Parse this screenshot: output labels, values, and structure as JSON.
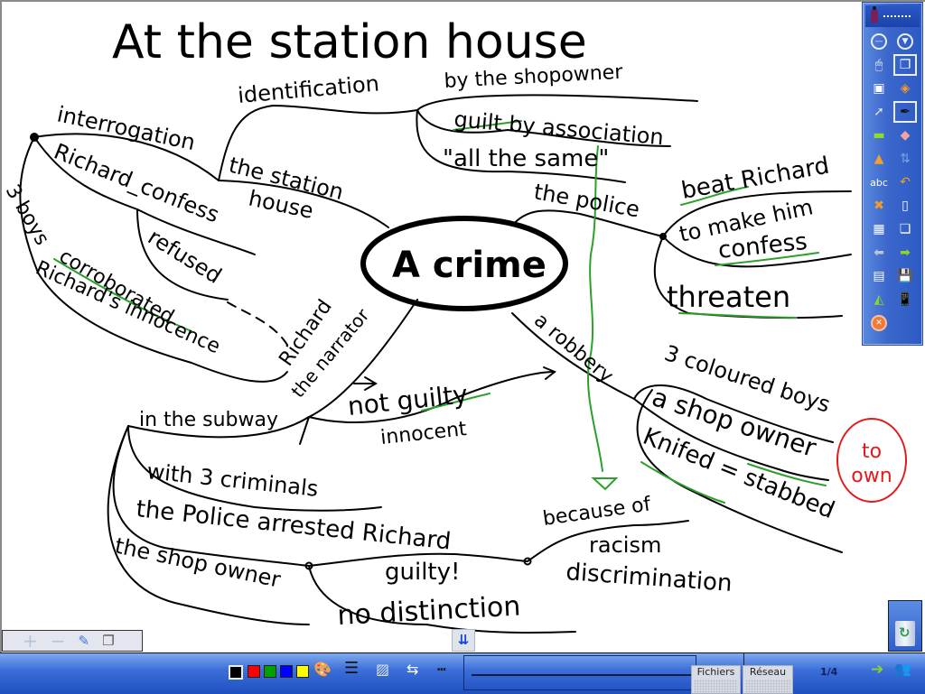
{
  "board": {
    "title": "At the station house",
    "center_node": "A crime",
    "nodes": {
      "interrogation": "interrogation",
      "richard_confess": "Richard_confess",
      "refused": "refused",
      "three_boys": "3 boys",
      "corroborated": "corroborated",
      "richards_innocence": "Richard's innocence",
      "identification": "identification",
      "the_station_house_1": "the station",
      "the_station_house_2": "house",
      "by_the_shopowner": "by the shopowner",
      "guilt_by_association": "guilt  by association",
      "all_the_same": "\"all the same\"",
      "the_police": "the police",
      "beat_richard": "beat Richard",
      "to_make_him": "to make him",
      "confess": "confess",
      "threaten": "threaten",
      "richard": "Richard",
      "the_narrator": "the narrator",
      "not_guilty": "not guilty",
      "innocent": "innocent",
      "in_the_subway": "in the subway",
      "with_3_criminals": "with 3 criminals",
      "the_police_arrested": "the Police  arrested Richard",
      "the_shop_owner": "the shop owner",
      "guilty": "guilty!",
      "no_distinction": "no distinction",
      "because_of": "because of",
      "racism": "racism",
      "discrimination": "discrimination",
      "a_robbery": "a robbery",
      "three_coloured_boys": "3 coloured boys",
      "a_shop_owner": "a shop owner",
      "knifed_stabbed": "Knifed = stabbed",
      "to_own_1": "to",
      "to_own_2": "own"
    },
    "colors": {
      "ink": "#000000",
      "highlight": "#2ca02c",
      "annotation": "#e41a1a"
    }
  },
  "right_palette": {
    "items": [
      "minimize-icon",
      "dropdown-icon",
      "mouse-icon",
      "pages-icon",
      "whiteboard-icon",
      "shapes-icon",
      "pointer-icon",
      "pen-icon",
      "highlighter-icon",
      "eraser-icon",
      "shapes-fill-icon",
      "redraw-icon",
      "text-recognition-icon",
      "undo-icon",
      "delete-icon",
      "new-page-icon",
      "grid-page-icon",
      "copy-page-icon",
      "back-arrow-icon",
      "forward-arrow-icon",
      "calendar-icon",
      "save-icon",
      "screen-capture-icon",
      "remote-icon",
      "close-icon"
    ]
  },
  "mini_toolbar": {
    "zoom_in": "+",
    "zoom_out": "−",
    "edit": "✎",
    "restore": "❐"
  },
  "expand_button": "⇊",
  "bottom_bar": {
    "colors": [
      "#000000",
      "#ff0000",
      "#00a000",
      "#0000ff",
      "#ffff00"
    ],
    "selected_color": "#000000",
    "tabs": [
      "Fichiers",
      "Réseau"
    ],
    "page_indicator": "1/4",
    "next_label": "➔"
  }
}
